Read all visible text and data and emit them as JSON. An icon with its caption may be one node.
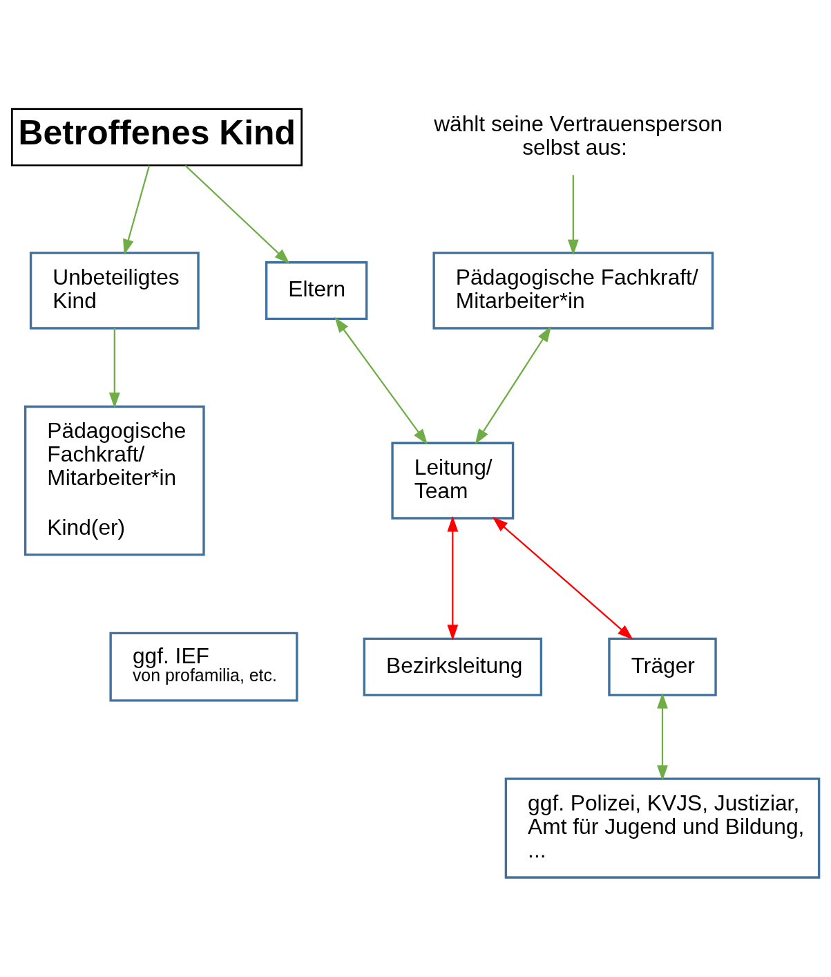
{
  "diagram": {
    "nodes": [
      {
        "text": [
          "Betroffenes Kind"
        ]
      },
      {
        "text": [
          "wählt seine Vertrauensperson selbst aus:"
        ]
      },
      {
        "text": [
          "Unbeteiligtes Kind"
        ]
      },
      {
        "text": [
          "Pädagogische Fachkraft/ Mitarbeiter*in"
        ]
      },
      {
        "text": [
          "Eltern"
        ]
      },
      {
        "text": [
          "Pädagogische Fachkraft/ Mitarbeiter*in",
          "Kind(er)"
        ]
      },
      {
        "text": [
          "Leitung/ Team"
        ]
      },
      {
        "text": [
          "ggf. IEF",
          "von profamilia, etc."
        ]
      },
      {
        "text": [
          "Bezirksleitung"
        ]
      },
      {
        "text": [
          "Träger"
        ]
      },
      {
        "text": [
          "ggf. Polizei, KVJS, Justiziar, Amt für Jugend und Bildung, ..."
        ]
      }
    ],
    "edges": [
      {
        "from": 0,
        "to": 2,
        "arrow": "to"
      },
      {
        "from": 0,
        "to": 4,
        "arrow": "to"
      },
      {
        "from": 1,
        "to": 3,
        "arrow": "to"
      },
      {
        "from": 2,
        "to": 5,
        "arrow": "to"
      },
      {
        "from": 3,
        "to": 6,
        "arrow": "both"
      },
      {
        "from": 4,
        "to": 6,
        "arrow": "both"
      },
      {
        "from": 6,
        "to": 9,
        "arrow": "both",
        "color": "#ff0000"
      },
      {
        "from": 6,
        "to": 8,
        "arrow": "both",
        "color": "#ff0000"
      },
      {
        "from": 9,
        "to": 10,
        "arrow": "both"
      }
    ]
  }
}
